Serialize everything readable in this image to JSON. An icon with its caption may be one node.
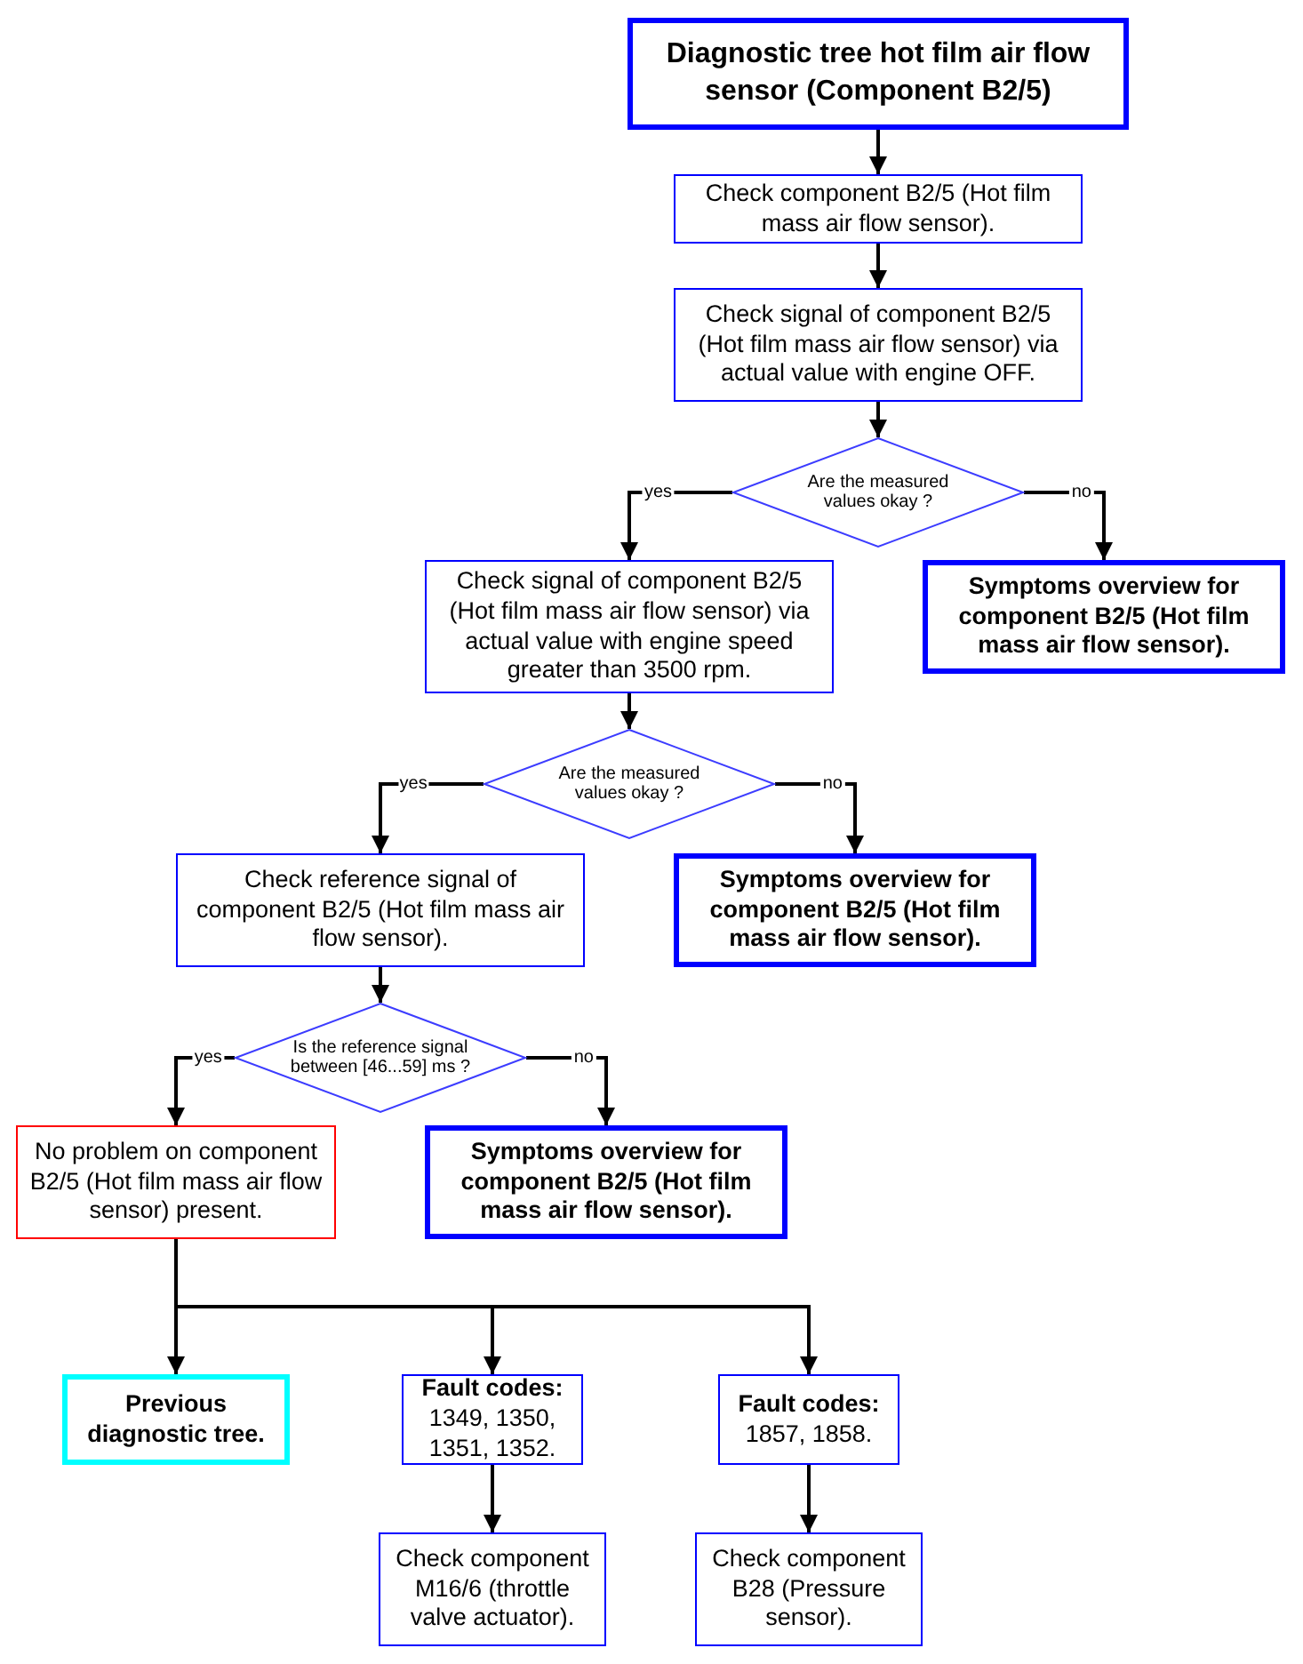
{
  "diagram": {
    "nodes": [
      {
        "text": [
          "Diagnostic tree hot film air flow sensor (Component B2/5)"
        ]
      },
      {
        "text": [
          "Check component B2/5 (Hot film mass air flow sensor)."
        ]
      },
      {
        "text": [
          "Check signal of component B2/5 (Hot film mass air flow sensor) via actual value with engine OFF."
        ]
      },
      {
        "text": [
          "Are the measured values okay ?"
        ]
      },
      {
        "text": [
          "Check signal of component B2/5 (Hot film mass air flow sensor) via actual value with engine speed greater than 3500 rpm."
        ]
      },
      {
        "text": [
          "Symptoms overview for component B2/5 (Hot film mass air flow sensor)."
        ]
      },
      {
        "text": [
          "Are the measured values okay ?"
        ]
      },
      {
        "text": [
          "Check reference signal of component B2/5 (Hot film mass air flow sensor)."
        ]
      },
      {
        "text": [
          "Symptoms overview for component B2/5 (Hot film mass air flow sensor)."
        ]
      },
      {
        "text": [
          "Is the reference signal between [46...59] ms ?"
        ]
      },
      {
        "text": [
          "No problem on component B2/5 (Hot film mass air flow sensor) present."
        ]
      },
      {
        "text": [
          "Symptoms overview for component B2/5 (Hot film mass air flow sensor)."
        ]
      },
      {
        "text": [
          "Previous diagnostic tree."
        ]
      },
      {
        "text": [
          "Fault codes:",
          "1349, 1350, 1351, 1352."
        ]
      },
      {
        "text": [
          "Fault codes:",
          "1857, 1858."
        ]
      },
      {
        "text": [
          "Check component M16/6 (throttle valve actuator)."
        ]
      },
      {
        "text": [
          "Check component B28 (Pressure sensor)."
        ]
      }
    ],
    "edges": [
      {
        "from": 0,
        "to": 1,
        "arrow": "to"
      },
      {
        "from": 1,
        "to": 2,
        "arrow": "to"
      },
      {
        "from": 2,
        "to": 3,
        "arrow": "to"
      },
      {
        "from": 3,
        "to": 4,
        "arrow": "to",
        "label": "yes"
      },
      {
        "from": 3,
        "to": 5,
        "arrow": "to",
        "label": "no"
      },
      {
        "from": 4,
        "to": 6,
        "arrow": "to"
      },
      {
        "from": 6,
        "to": 7,
        "arrow": "to",
        "label": "yes"
      },
      {
        "from": 6,
        "to": 8,
        "arrow": "to",
        "label": "no"
      },
      {
        "from": 7,
        "to": 9,
        "arrow": "to"
      },
      {
        "from": 9,
        "to": 10,
        "arrow": "to",
        "label": "yes"
      },
      {
        "from": 9,
        "to": 11,
        "arrow": "to",
        "label": "no"
      },
      {
        "from": 10,
        "to": 12,
        "arrow": "to"
      },
      {
        "from": 10,
        "to": 13,
        "arrow": "to"
      },
      {
        "from": 10,
        "to": 14,
        "arrow": "to"
      },
      {
        "from": 13,
        "to": 15,
        "arrow": "to"
      },
      {
        "from": 14,
        "to": 16,
        "arrow": "to"
      }
    ]
  }
}
